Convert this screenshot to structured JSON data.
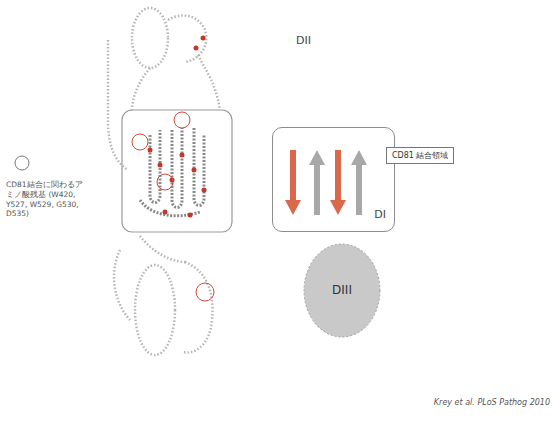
{
  "diagram": {
    "nodes": [
      {
        "text": [
          "DI"
        ]
      },
      {
        "text": [
          "CD81 結合領域"
        ],
        "in": 0
      },
      {
        "text": [
          "DIII"
        ]
      }
    ],
    "labels": [
      "DII",
      "Krey et al. PLoS Pathog 2010"
    ],
    "legend": [
      {
        "text": "CD81結合に関わるアミノ酸残基 (W420, Y527, W529, G530, D535)"
      }
    ]
  }
}
